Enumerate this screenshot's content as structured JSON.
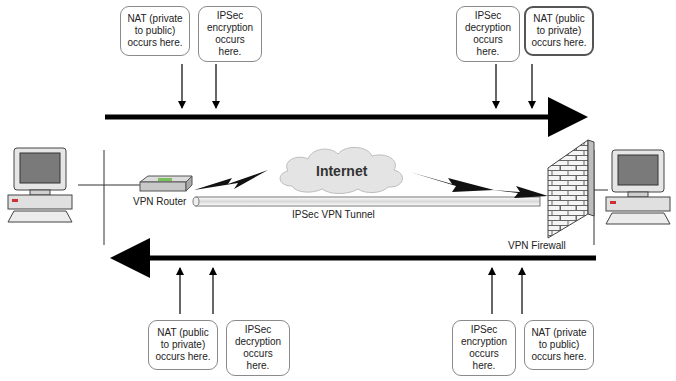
{
  "diagram": {
    "nodes": [
      {
        "text": [
          "NAT (private to public) occurs here."
        ]
      },
      {
        "text": [
          "IPSec encryption occurs here."
        ]
      },
      {
        "text": [
          "IPSec decryption occurs here."
        ]
      },
      {
        "text": [
          "NAT (public to private) occurs here."
        ]
      },
      {
        "text": [
          "Internet"
        ]
      },
      {
        "text": [
          "NAT (public to private) occurs here."
        ]
      },
      {
        "text": [
          "IPSec decryption occurs here."
        ]
      },
      {
        "text": [
          "IPSec encryption occurs here."
        ]
      },
      {
        "text": [
          "NAT (private to public) occurs here."
        ]
      }
    ],
    "labels": [
      "VPN Router",
      "IPSec VPN Tunnel",
      "VPN Firewall"
    ]
  }
}
